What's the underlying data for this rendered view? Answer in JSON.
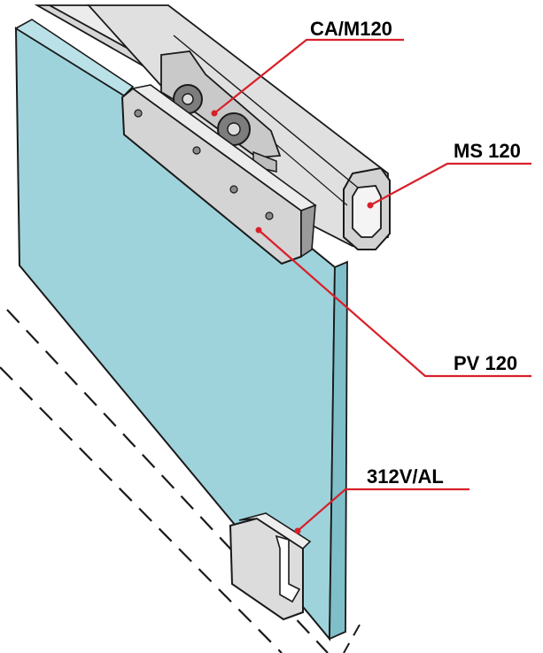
{
  "callouts": [
    {
      "id": "carriage",
      "label": "CA/M120"
    },
    {
      "id": "rail",
      "label": "MS 120"
    },
    {
      "id": "clamp",
      "label": "PV 120"
    },
    {
      "id": "floor-guide",
      "label": "312V/AL"
    }
  ],
  "colors": {
    "glass_front": "#9fd3dc",
    "glass_edge": "#7fbfc9",
    "metal_light": "#e4e4e4",
    "metal_mid": "#c8c8c8",
    "metal_dark": "#9a9a9a",
    "leader_line": "#d8202a",
    "outline": "#1a1a1a",
    "text": "#000000"
  }
}
